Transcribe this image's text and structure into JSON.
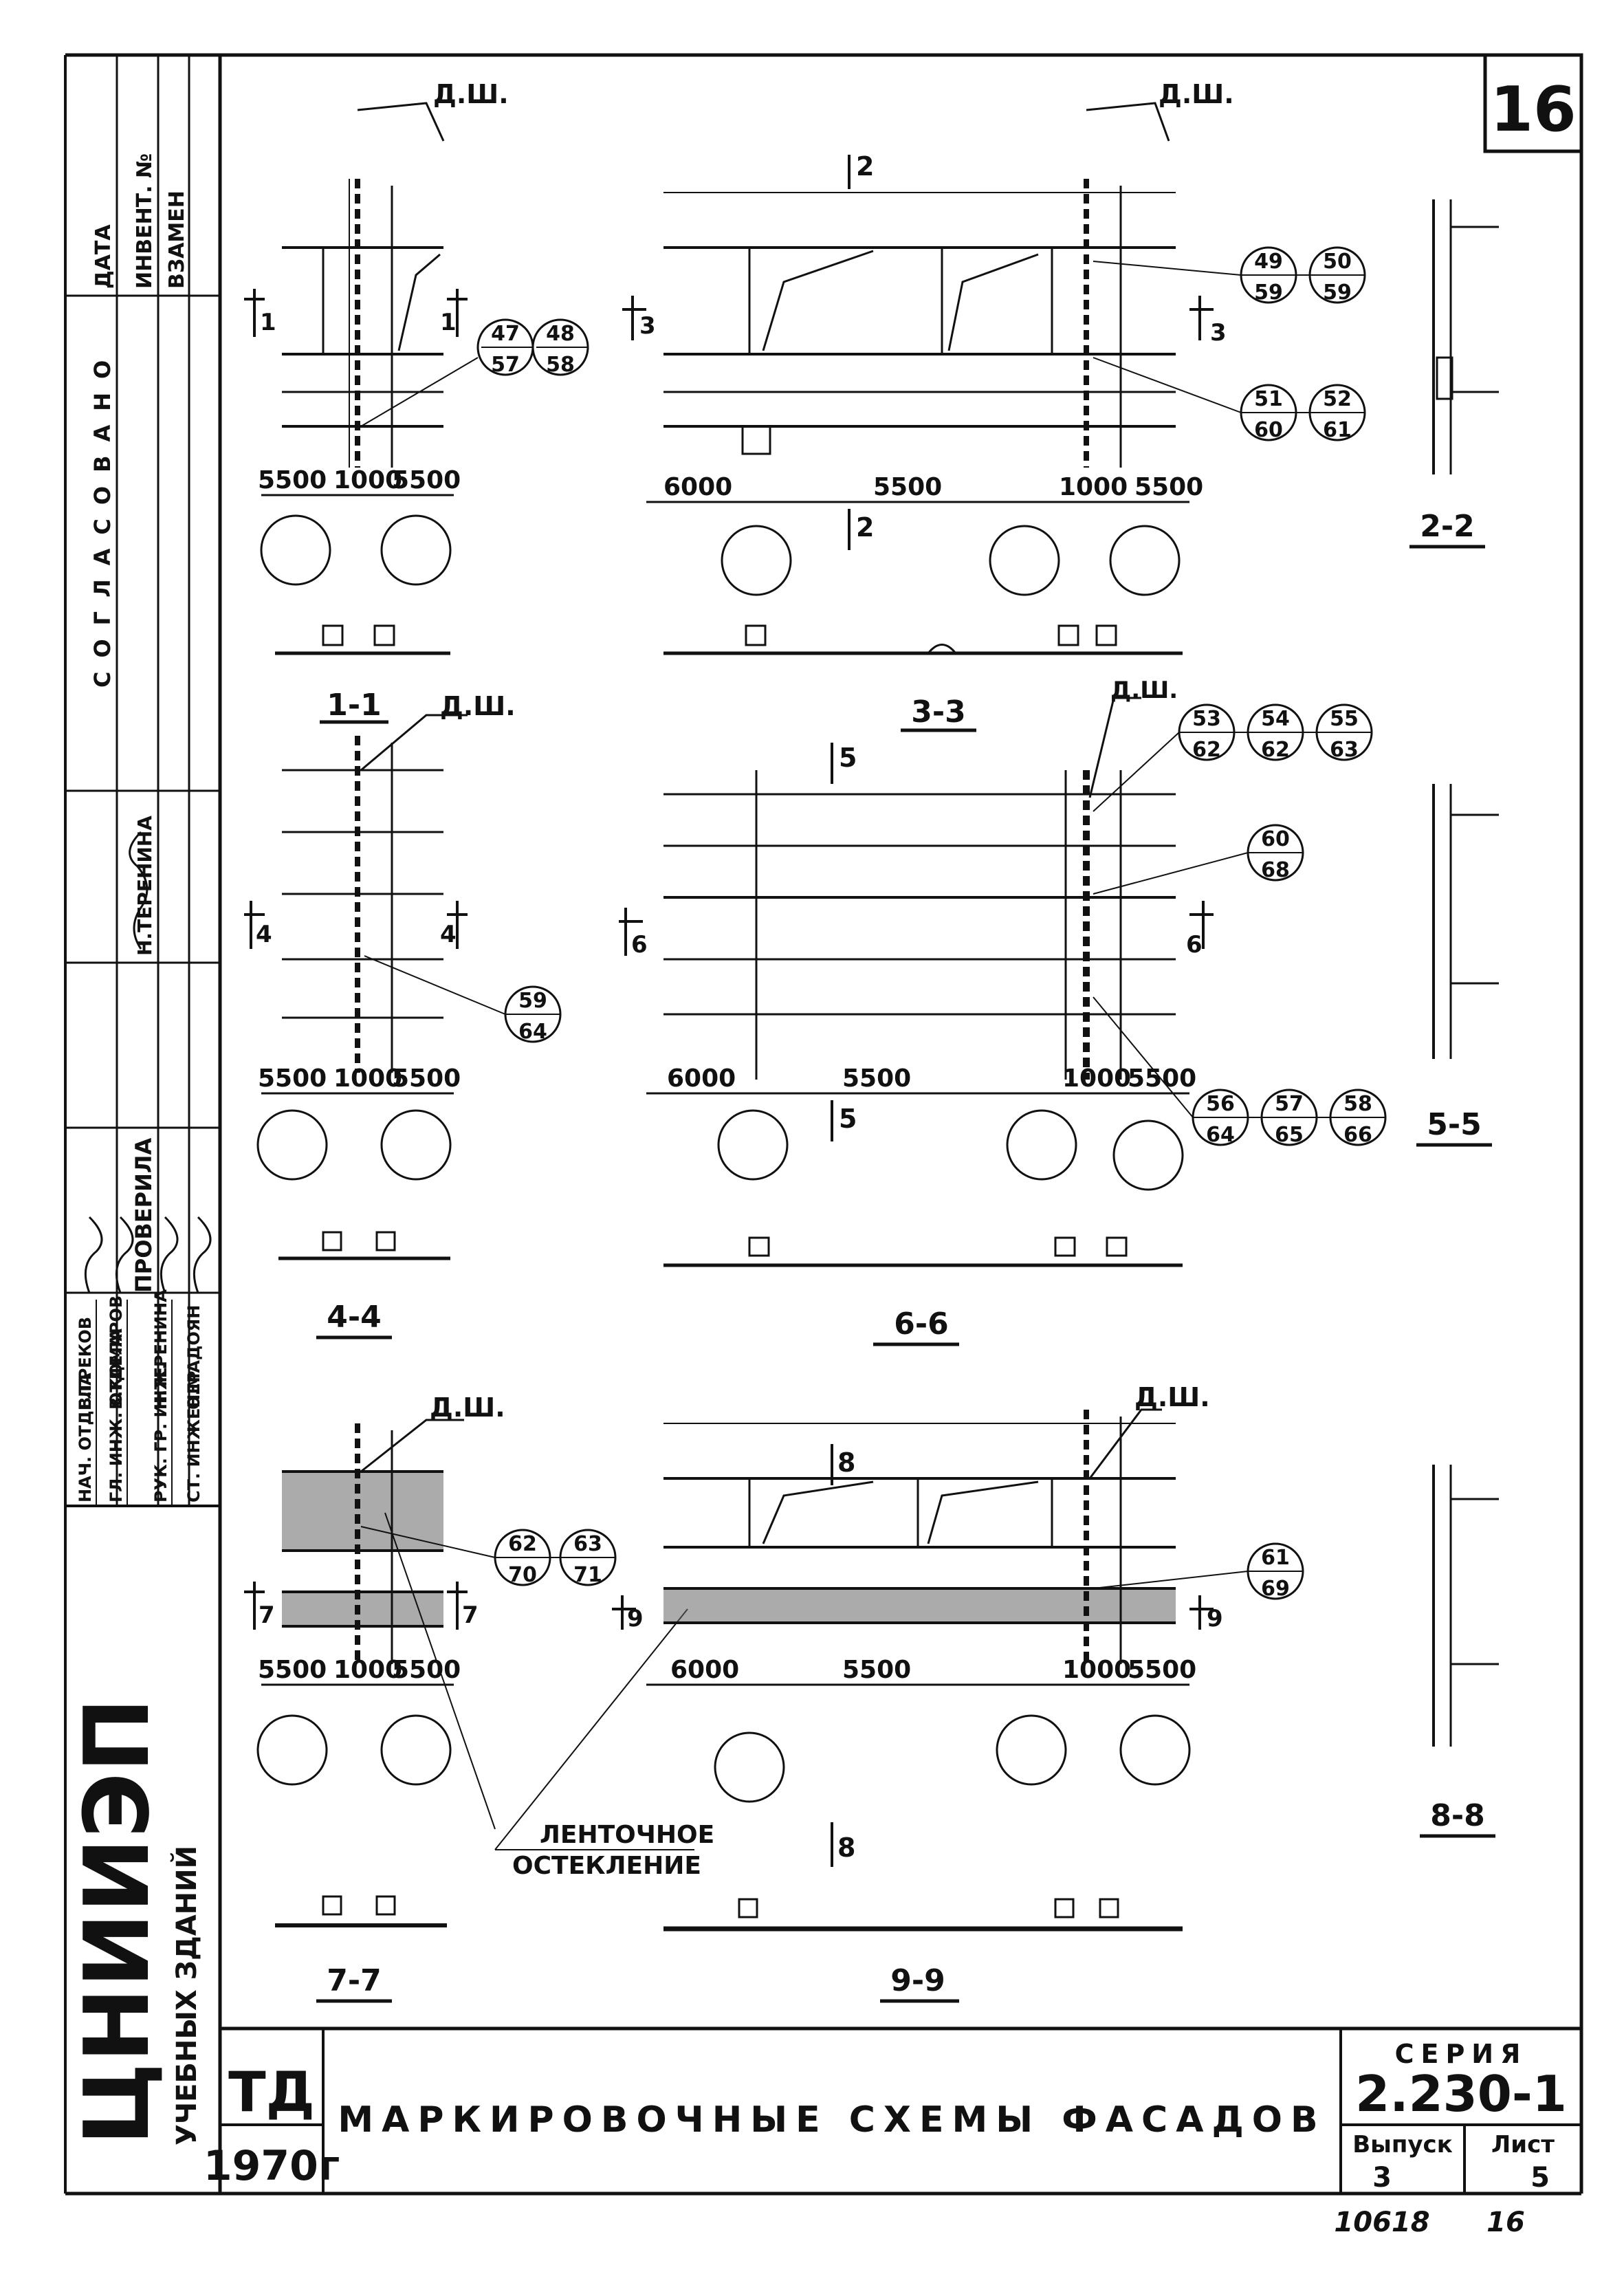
{
  "sheet": {
    "corner_number": "16",
    "title": "МАРКИРОВОЧНЫЕ СХЕМЫ ФАСАДОВ",
    "series_label": "СЕРИЯ",
    "series_value": "2.230-1",
    "issue_label": "Выпуск",
    "issue_value": "3",
    "sheet_label": "Лист",
    "sheet_value": "5",
    "stamp_code": "ТД",
    "year": "1970г",
    "archive_number": "10618",
    "archive_sheet": "16"
  },
  "organization": {
    "name": "ЦНИИЭП",
    "subtitle": "УЧЕБНЫХ ЗДАНИЙ"
  },
  "approval_strip": {
    "date": "ДАТА",
    "inventory": "ИНВЕНТ. №",
    "replace": "ВЗАМЕН",
    "agreed": "СОГЛАСОВАНО",
    "checked": "ПРОВЕРИЛА",
    "checked_name": "Н.ТЕРЕНИНА",
    "roles": [
      "НАЧ. ОТДЕЛА",
      "ГЛ. ИНЖ. ОТДЕЛА",
      "РУК. ГР. ИНЖ.",
      "СТ. ИНЖЕНЕР"
    ],
    "names": [
      "В.ГРЕКОВ",
      "В.КОМАРОВ",
      "Н.ТЕРЕНИНА",
      "О.МАДОЯН"
    ]
  },
  "drawing_labels": {
    "joint": "Д.Ш.",
    "ribbon_glazing_1": "ЛЕНТОЧНОЕ",
    "ribbon_glazing_2": "ОСТЕКЛЕНИЕ",
    "dim_5500": "5500",
    "dim_1000": "1000",
    "dim_6000": "6000"
  },
  "sections": {
    "s11": "1-1",
    "s22": "2-2",
    "s33": "3-3",
    "s44": "4-4",
    "s55": "5-5",
    "s66": "6-6",
    "s77": "7-7",
    "s88": "8-8",
    "s99": "9-9"
  },
  "cut_marks": {
    "c1": "1",
    "c2": "2",
    "c3": "3",
    "c4": "4",
    "c5": "5",
    "c6": "6",
    "c7": "7",
    "c8": "8",
    "c9": "9"
  },
  "marks": {
    "m47": [
      "47",
      "57"
    ],
    "m48": [
      "48",
      "58"
    ],
    "m49": [
      "49",
      "59"
    ],
    "m50": [
      "50",
      "59"
    ],
    "m51": [
      "51",
      "60"
    ],
    "m52": [
      "52",
      "61"
    ],
    "m53": [
      "53",
      "62"
    ],
    "m54": [
      "54",
      "62"
    ],
    "m55": [
      "55",
      "63"
    ],
    "m60": [
      "60",
      "68"
    ],
    "m59": [
      "59",
      "64"
    ],
    "m56": [
      "56",
      "64"
    ],
    "m57": [
      "57",
      "65"
    ],
    "m58": [
      "58",
      "66"
    ],
    "m62": [
      "62",
      "70"
    ],
    "m63": [
      "63",
      "71"
    ],
    "m61": [
      "61",
      "69"
    ]
  }
}
